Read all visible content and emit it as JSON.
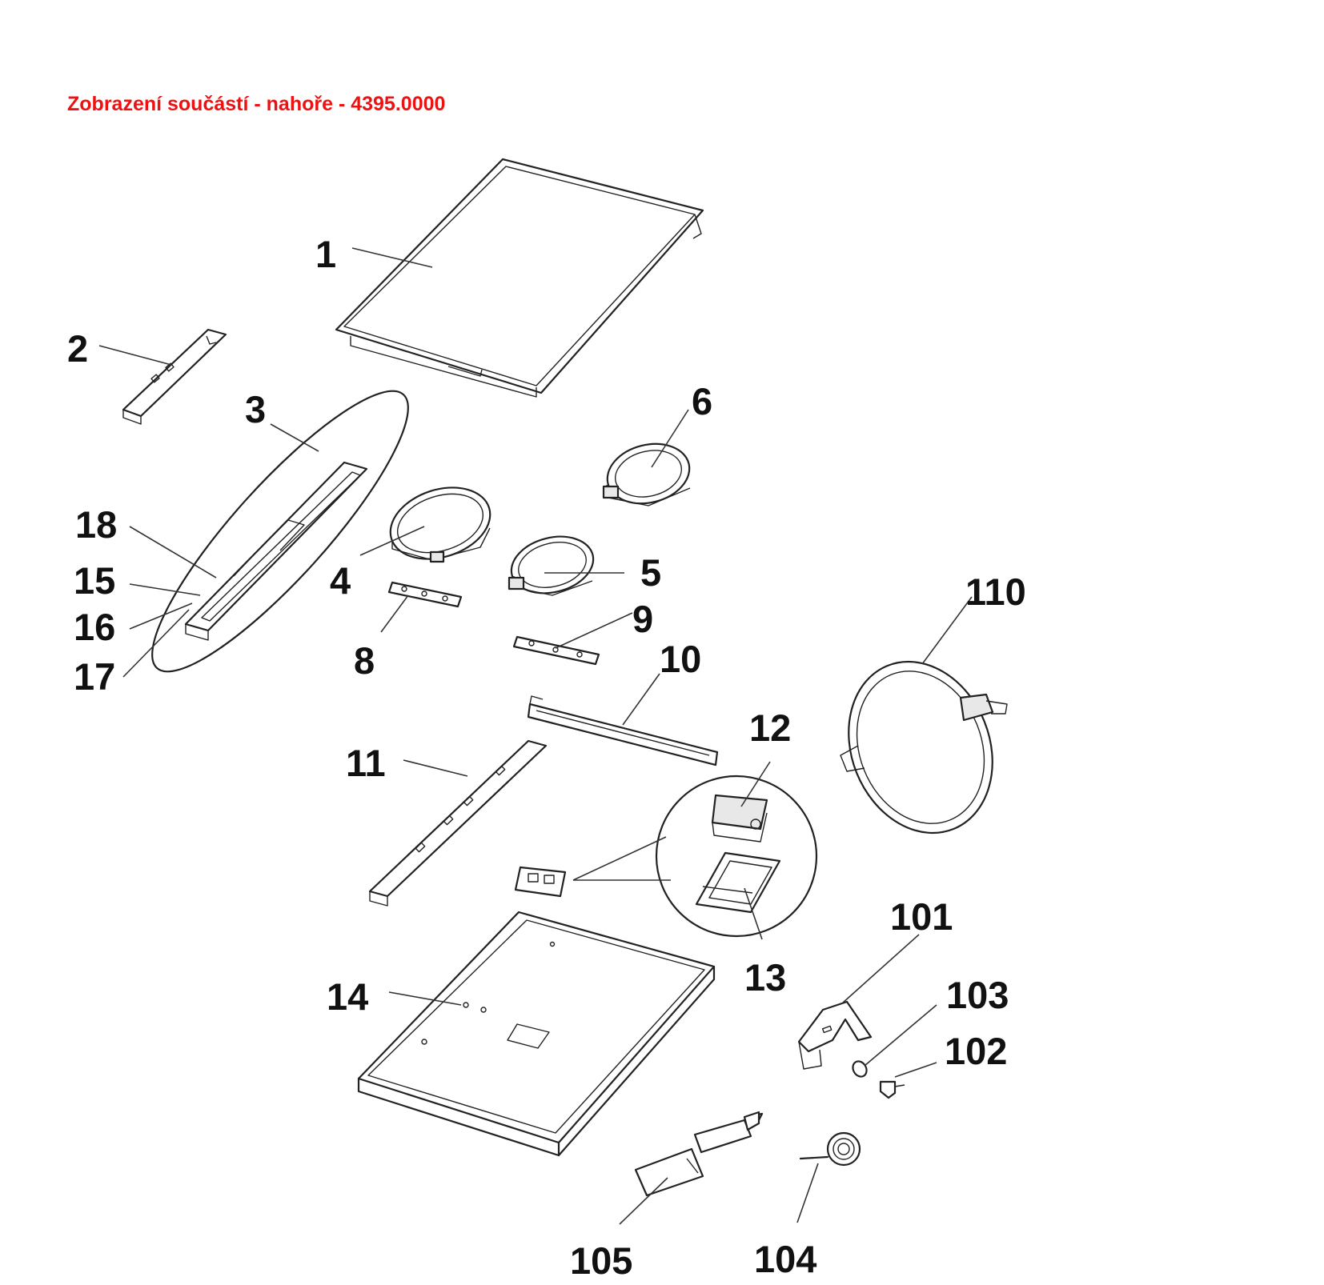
{
  "title": "Zobrazení součástí - nahoře - 4395.0000",
  "colors": {
    "title": "#ee1111",
    "lines": "#222222"
  },
  "callouts": {
    "c1": "1",
    "c2": "2",
    "c3": "3",
    "c4": "4",
    "c5": "5",
    "c6": "6",
    "c8": "8",
    "c9": "9",
    "c10": "10",
    "c11": "11",
    "c12": "12",
    "c13": "13",
    "c14": "14",
    "c15": "15",
    "c16": "16",
    "c17": "17",
    "c18": "18",
    "c101": "101",
    "c102": "102",
    "c103": "103",
    "c104": "104",
    "c105": "105",
    "c110": "110"
  }
}
